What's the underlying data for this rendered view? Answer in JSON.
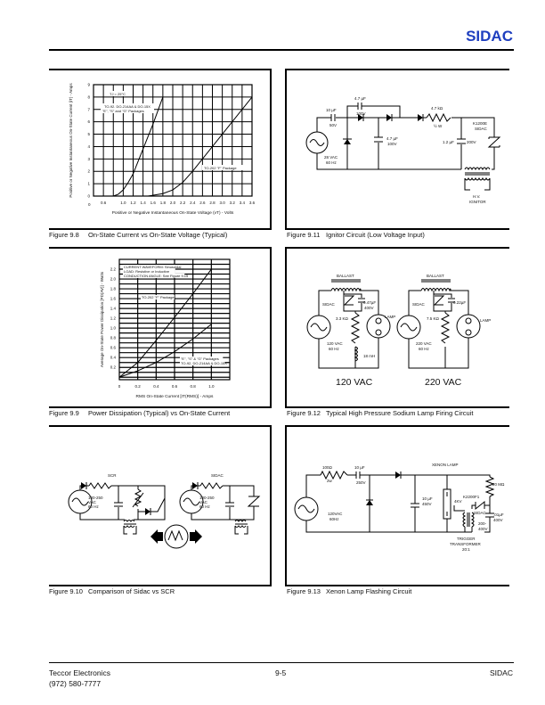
{
  "header": {
    "title": "SIDAC"
  },
  "figures": [
    {
      "number": "Figure 9.8",
      "title": "On-State Current vs On-State Voltage (Typical)"
    },
    {
      "number": "Figure 9.11",
      "title": "Ignitor Circuit (Low Voltage Input)"
    },
    {
      "number": "Figure 9.9",
      "title": "Power Dissipation (Typical) vs On-State Current"
    },
    {
      "number": "Figure 9.12",
      "title": "Typical High Pressure Sodium Lamp Firing Circuit"
    },
    {
      "number": "Figure 9.10",
      "title": "Comparison of Sidac vs SCR"
    },
    {
      "number": "Figure 9.13",
      "title": "Xenon Lamp Flashing Circuit"
    }
  ],
  "chart_data": [
    {
      "type": "line",
      "title": "On-State Current vs On-State Voltage (Typical)",
      "xlabel": "Positive or Negative Instantaneous On-State Voltage (vT) - Volts",
      "ylabel": "Positive or Negative Instantaneous On-State Current (iT) - Amps",
      "xlim": [
        0.4,
        3.6
      ],
      "ylim": [
        0,
        9
      ],
      "xticks": [
        "0.6",
        "1.0",
        "1.2",
        "1.4",
        "1.6",
        "1.8",
        "2.0",
        "2.2",
        "2.4",
        "2.6",
        "2.8",
        "3.0",
        "3.2",
        "3.4",
        "3.6"
      ],
      "xtick_values": [
        0.6,
        1.0,
        1.2,
        1.4,
        1.6,
        1.8,
        2.0,
        2.2,
        2.4,
        2.6,
        2.8,
        3.0,
        3.2,
        3.4,
        3.6
      ],
      "x_origin_label": "0",
      "yticks": [
        "0",
        "1",
        "2",
        "3",
        "4",
        "5",
        "6",
        "7",
        "8",
        "9"
      ],
      "annotations": [
        "TJ = 25°C",
        "TO-92, DO-214AA & DO-15X",
        "\"E\", \"S\" and \"G\" Packages",
        "TO-202 \"F\" Package"
      ],
      "series": [
        {
          "name": "TO-92, DO-214AA & DO-15X \"E\", \"S\" and \"G\" Packages",
          "x": [
            0.8,
            0.9,
            1.0,
            1.1,
            1.2,
            1.3,
            1.4,
            1.5,
            1.6,
            1.7,
            1.8
          ],
          "y": [
            0,
            0.15,
            0.5,
            1.1,
            1.8,
            2.8,
            3.8,
            4.8,
            5.8,
            6.9,
            8
          ]
        },
        {
          "name": "TO-202 \"F\" Package",
          "x": [
            1.5,
            1.8,
            2.0,
            2.2,
            2.4,
            2.6,
            2.8,
            3.0,
            3.2,
            3.4,
            3.6
          ],
          "y": [
            0,
            0.2,
            0.5,
            1.1,
            2,
            3,
            4,
            5,
            6,
            7,
            8
          ]
        }
      ]
    },
    {
      "type": "line",
      "title": "Power Dissipation (Typical) vs On-State Current",
      "xlabel": "RMS On-State Current [IT(RMS)] - Amps",
      "ylabel": "Average On-State Power Dissipation [PD(AV)] - Watts",
      "xlim": [
        0,
        1.2
      ],
      "ylim": [
        -0.05,
        2.4
      ],
      "xticks": [
        "0",
        "0.2",
        "0.4",
        "0.6",
        "0.8",
        "1.0"
      ],
      "xtick_values": [
        0,
        0.2,
        0.4,
        0.6,
        0.8,
        1.0
      ],
      "yticks": [
        "0.2",
        "0.4",
        "0.6",
        "0.8",
        "1.0",
        "1.2",
        "1.4",
        "1.6",
        "1.8",
        "2.0",
        "2.2"
      ],
      "ytick_values": [
        0.2,
        0.4,
        0.6,
        0.8,
        1.0,
        1.2,
        1.4,
        1.6,
        1.8,
        2.0,
        2.2
      ],
      "annotations": [
        "CURRENT WAVEFORM: Sinusoidal",
        "LOAD: Resistive or Inductive",
        "CONDUCTION ANGLE: See Figure 9.15",
        "TO-202 \"F\" Package",
        "\"E\", \"S\" & \"G\" Packages",
        "TO-92, DO-214AA & DO-15X"
      ],
      "series": [
        {
          "name": "TO-202 \"F\" Package",
          "x": [
            0,
            0.2,
            0.4,
            0.6,
            0.8,
            1.0
          ],
          "y": [
            0,
            0.3,
            0.75,
            1.22,
            1.7,
            2.2
          ]
        },
        {
          "name": "\"E\", \"S\" & \"G\" Packages, TO-92, DO-214AA & DO-15X",
          "x": [
            0,
            0.2,
            0.4,
            0.6,
            0.8,
            1.0
          ],
          "y": [
            0,
            0.13,
            0.3,
            0.52,
            0.78,
            1.08
          ]
        }
      ]
    }
  ],
  "fig911": {
    "c1": "10 µF",
    "c1v": "50V",
    "c2": "4.7 µF",
    "c2v": "100V",
    "c3": "4.7 µF",
    "c3v": "100V",
    "r": "4.7 kΩ",
    "rw": "½ W",
    "c4": "1.2 µF",
    "c4v": "200V",
    "part": "K1200E",
    "sidac": "SIDAC",
    "src1": "28 VAC",
    "src2": "60 Hz",
    "hv": "H.V.",
    "ign": "IGNITOR"
  },
  "fig912": {
    "ballast": "BALLAST",
    "sidac": "SIDAC",
    "lamp": "LAMP",
    "left": {
      "cap": "0.47µF",
      "capv": "400V",
      "r": "3.3 KΩ",
      "src1": "120 VAC",
      "src2": "60 Hz",
      "l": "18 mH",
      "big": "120 VAC"
    },
    "right": {
      "cap": "0.22µF",
      "r": "7.5 KΩ",
      "src1": "220 VAC",
      "src2": "60 Hz",
      "big": "220 VAC"
    }
  },
  "fig910": {
    "scr": "SCR",
    "sidac": "SIDAC",
    "src1": "100-250",
    "src2": "VAC",
    "src3": "60 Hz"
  },
  "fig913": {
    "r": "100Ω",
    "rw": "2w",
    "c1": "10 µF",
    "c1v": "250V",
    "c2": "10 µF",
    "c2v": "450V",
    "src1": "120VAC",
    "src2": "60Hz",
    "lamp": "XENON LAMP",
    "r2": "20 MΩ",
    "part": "K2200F1",
    "kv": "4KV",
    "sidac": "SIDAC",
    "sv1": "200-",
    "sv2": "400V",
    "c3": ".01µF",
    "c3v": "400V",
    "t1": "TRIGGER",
    "t2": "TRANSFORMER",
    "t3": "20:1"
  },
  "footer": {
    "company": "Teccor Electronics",
    "phone": "(972) 580-7777",
    "page": "9-5",
    "section": "SIDAC"
  }
}
